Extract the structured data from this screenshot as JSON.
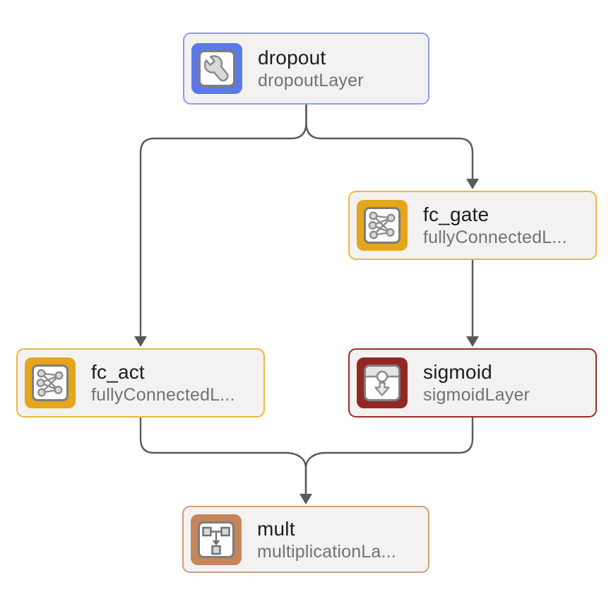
{
  "diagram": {
    "tool": "network-layer-graph",
    "background_color": "#ffffff",
    "edge_color": "#595959",
    "node_background_color": "#f3f2f1",
    "nodes": [
      {
        "id": "dropout",
        "title": "dropout",
        "subtitle": "dropoutLayer",
        "icon": "wrench-icon",
        "accent_color": "#5b79e8",
        "border_color": "#8e9bf2"
      },
      {
        "id": "fc_gate",
        "title": "fc_gate",
        "subtitle": "fullyConnectedL...",
        "icon": "fully-connected-icon",
        "accent_color": "#e5a51d",
        "border_color": "#ecb73e"
      },
      {
        "id": "fc_act",
        "title": "fc_act",
        "subtitle": "fullyConnectedL...",
        "icon": "fully-connected-icon",
        "accent_color": "#e5a51d",
        "border_color": "#ecb73e"
      },
      {
        "id": "sigmoid",
        "title": "sigmoid",
        "subtitle": "sigmoidLayer",
        "icon": "sigmoid-icon",
        "accent_color": "#932722",
        "border_color": "#9e2b25"
      },
      {
        "id": "mult",
        "title": "mult",
        "subtitle": "multiplicationLa...",
        "icon": "multiplication-icon",
        "accent_color": "#c5865c",
        "border_color": "#d49d78"
      }
    ],
    "edges": [
      {
        "from": "dropout",
        "to": "fc_act"
      },
      {
        "from": "dropout",
        "to": "fc_gate"
      },
      {
        "from": "fc_gate",
        "to": "sigmoid"
      },
      {
        "from": "fc_act",
        "to": "mult"
      },
      {
        "from": "sigmoid",
        "to": "mult"
      }
    ]
  }
}
